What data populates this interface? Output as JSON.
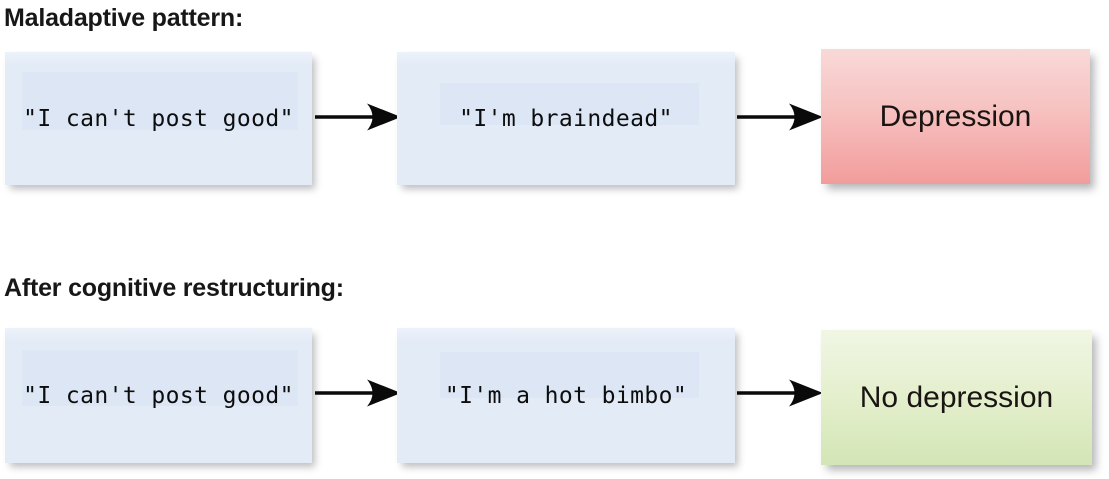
{
  "diagram": {
    "title_row_1": "Maladaptive pattern:",
    "title_row_2": "After cognitive restructuring:",
    "rows": [
      {
        "heading": "Maladaptive pattern:",
        "nodes": [
          {
            "name": "situation",
            "text": "\"I can't post good\"",
            "style": "thought",
            "color": "#e3ebf7"
          },
          {
            "name": "automatic-thought",
            "text": "\"I'm braindead\"",
            "style": "thought",
            "color": "#e3ebf7"
          },
          {
            "name": "outcome",
            "text": "Depression",
            "style": "outcome-negative",
            "color": "#f29c9c"
          }
        ],
        "connectors": [
          "arrow-right",
          "arrow-right"
        ]
      },
      {
        "heading": "After cognitive restructuring:",
        "nodes": [
          {
            "name": "situation",
            "text": "\"I can't post good\"",
            "style": "thought",
            "color": "#e3ebf7"
          },
          {
            "name": "reframed-thought",
            "text": "\"I'm a hot bimbo\"",
            "style": "thought",
            "color": "#e3ebf7"
          },
          {
            "name": "outcome",
            "text": "No depression",
            "style": "outcome-positive",
            "color": "#d3e6b6"
          }
        ],
        "connectors": [
          "arrow-right",
          "arrow-right"
        ]
      }
    ],
    "colors": {
      "background": "#ffffff",
      "thought_box": "#e3ebf7",
      "thought_band": "#dce6f4",
      "negative_outcome_top": "#f8d9d8",
      "negative_outcome_bottom": "#f29c9c",
      "positive_outcome_top": "#f0f6e4",
      "positive_outcome_bottom": "#d3e6b6",
      "arrow": "#000000",
      "heading_text": "#171717"
    }
  }
}
